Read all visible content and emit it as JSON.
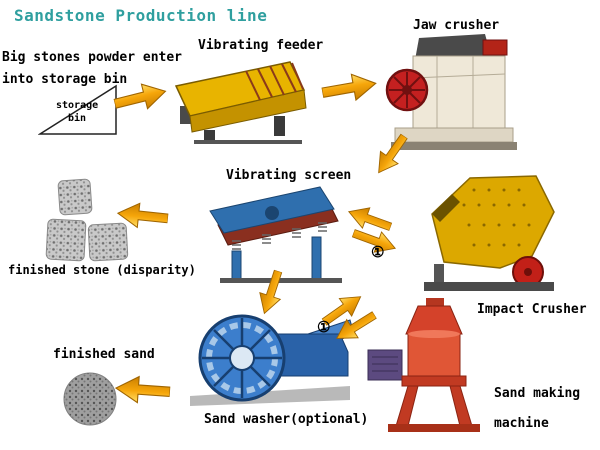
{
  "title": "Sandstone Production line",
  "colors": {
    "title_text": "#2f9f9f",
    "body_text": "#000000",
    "arrow_fill": "#f6a60a",
    "arrow_outline": "#a06500"
  },
  "intro": {
    "line1": "Big stones powder enter",
    "line2": "into storage bin"
  },
  "storage_bin": {
    "line1": "storage",
    "line2": "bin"
  },
  "stations": {
    "vibrating_feeder": "Vibrating feeder",
    "jaw_crusher": "Jaw crusher",
    "vibrating_screen": "Vibrating screen",
    "impact_crusher": "Impact Crusher",
    "finished_stone": "finished stone (disparity)",
    "finished_sand": "finished sand",
    "sand_washer": "Sand washer(optional)",
    "sand_making_line1": "Sand making",
    "sand_making_line2": "machine"
  },
  "marks": {
    "recirculation": "①"
  }
}
